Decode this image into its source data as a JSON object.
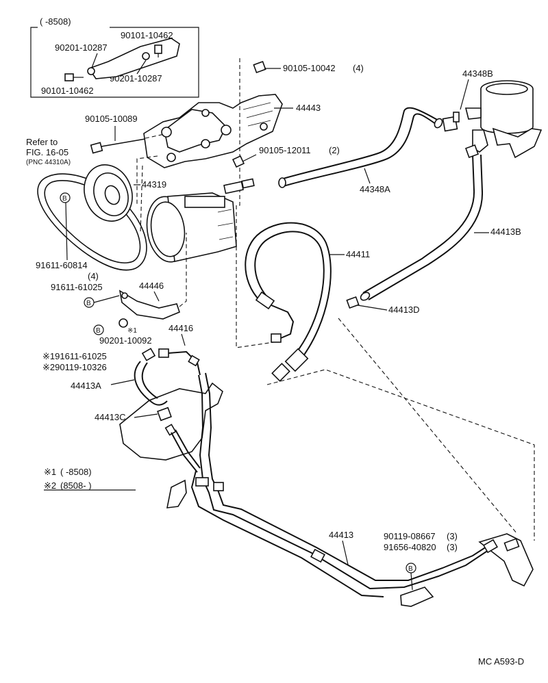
{
  "inset": {
    "date_range": "(  -8508)",
    "parts": [
      "90101-10462",
      "90201-10287",
      "90201-10287",
      "90101-10462"
    ]
  },
  "labels": {
    "bolt_top": "90105-10042",
    "bolt_top_qty": "(4)",
    "bracket": "44443",
    "bolt_long": "90105-10089",
    "bolt_mid": "90105-12011",
    "bolt_mid_qty": "(2)",
    "refer_line1": "Refer to",
    "refer_line2": "FIG. 16-05",
    "refer_line3": "(PNC 44310A)",
    "pulley": "44319",
    "belt_bolt": "91611-60814",
    "belt_bolt_qty": "(4)",
    "bolt_small": "91611-61025",
    "stay": "44446",
    "washer": "90201-10092",
    "washer_mark": "※1",
    "note1": "※191611-61025",
    "note2": "※290119-10326",
    "pipe_union": "44416",
    "hose_a": "44413A",
    "clamp_c": "44413C",
    "footnote1_mark": "※1",
    "footnote1": "(     -8508)",
    "footnote2_mark": "※2",
    "footnote2": "(8508-     )",
    "reservoir_clamp": "44348B",
    "return_hose": "44348A",
    "pressure_hose": "44411",
    "hose_b": "44413B",
    "hose_d": "44413D",
    "tube": "44413",
    "tube_bolt1": "90119-08667",
    "tube_bolt1_qty": "(3)",
    "tube_bolt2": "91656-40820",
    "tube_bolt2_qty": "(3)",
    "b_marker": "B",
    "diagram_code": "MC A593-D"
  }
}
